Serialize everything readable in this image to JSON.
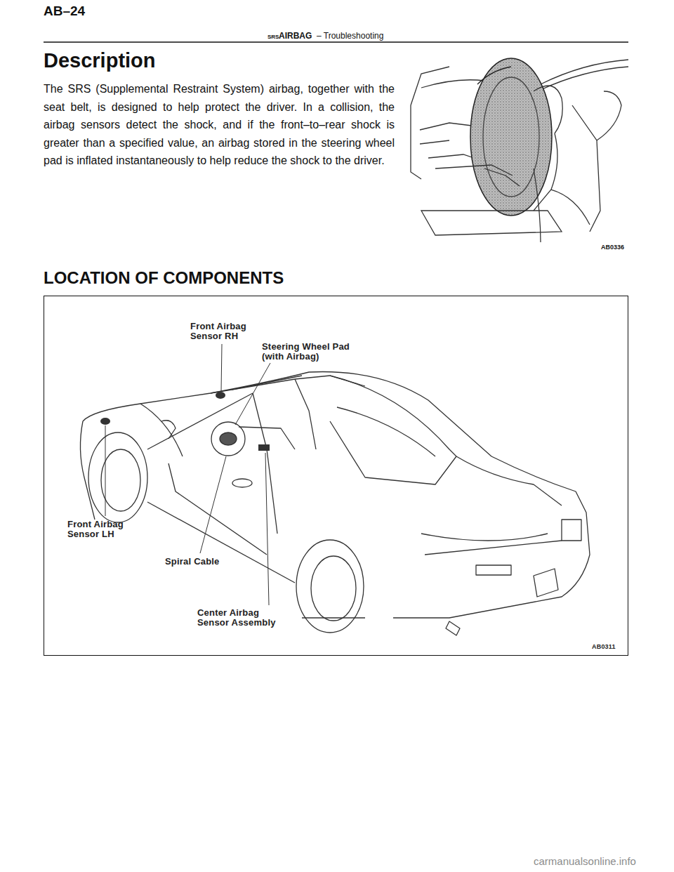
{
  "diagram": {
    "title": "Description",
    "nodes": [
      {
        "text": [
          "Front Airbag Sensor RH",
          "Steering Wheel Pad (with Airbag)",
          "Front Airbag Sensor LH",
          "Spiral Cable",
          "Center Airbag Sensor Assembly",
          "AB0311"
        ]
      }
    ],
    "labels": [
      "AB–24",
      "SRS",
      "AIRBAG",
      "– Troubleshooting",
      "The SRS (Supplemental Restraint System) airbag, together with the seat belt, is designed to help protect the driver. In a collision, the airbag sensors detect the shock, and if the front–to–rear shock is greater than a specified value, an airbag stored in the steering wheel pad is inflated instantaneously to help reduce the shock to the driver.",
      "AB0336",
      "LOCATION OF COMPONENTS",
      "carmanualsonline.info"
    ]
  }
}
